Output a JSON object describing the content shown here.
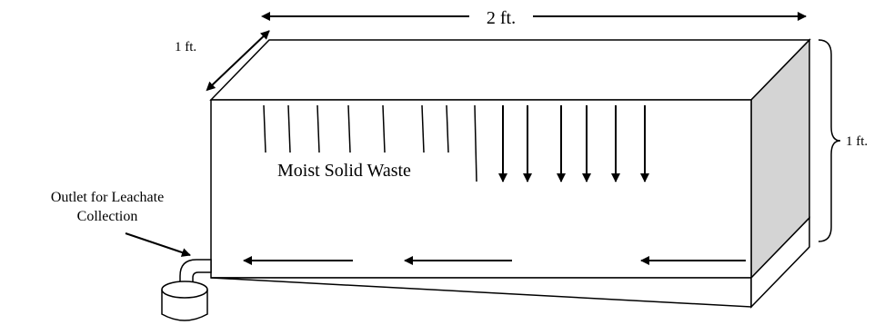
{
  "labels": {
    "width": "2 ft.",
    "depth": "1 ft.",
    "height": "1 ft.",
    "contents": "Moist Solid Waste",
    "outlet_line1": "Outlet for Leachate",
    "outlet_line2": "Collection"
  },
  "colors": {
    "side_face": "#d4d4d4",
    "outline": "#000000",
    "background": "#ffffff"
  }
}
